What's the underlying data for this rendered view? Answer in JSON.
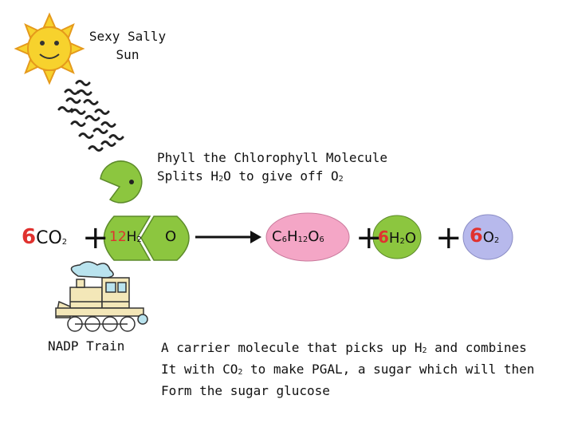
{
  "sun": {
    "label_line1": "Sexy Sally",
    "label_line2": "Sun"
  },
  "chlorophyll": {
    "line1": "Phyll the Chlorophyll Molecule",
    "line2_pre": "Splits H",
    "line2_sub1": "2",
    "line2_mid": "O to give off O",
    "line2_sub2": "2"
  },
  "equation": {
    "reactant1_coef": "6",
    "reactant1_formula": "CO",
    "reactant1_sub": "2",
    "plus1": "+",
    "h_coef": "12",
    "h_formula": "H",
    "h_sub": "2",
    "o_formula": "O",
    "sugar_c": "C",
    "sugar_c_sub": "6",
    "sugar_h": "H",
    "sugar_h_sub": "12",
    "sugar_o": "O",
    "sugar_o_sub": "6",
    "plus2": "+",
    "water_coef": "6",
    "water_h": "H",
    "water_h_sub": "2",
    "water_o": "O",
    "plus3": "+",
    "oxygen_coef": "6",
    "oxygen_formula": "O",
    "oxygen_sub": "2"
  },
  "train": {
    "label": "NADP Train"
  },
  "carrier": {
    "line1_pre": "A carrier molecule that picks up H",
    "line1_sub": "2",
    "line1_post": " and combines",
    "line2_pre": "It with CO",
    "line2_sub": "2",
    "line2_post": " to make PGAL, a sugar which will then",
    "line3": "Form the sugar glucose"
  },
  "colors": {
    "sun": "#f7d22d",
    "sun_outline": "#e59a1c",
    "chlorophyll_green": "#8cc63f",
    "sugar_pink": "#f4a6c6",
    "oxygen_lavender": "#b7b9ec",
    "coefficient_red": "#e0322f",
    "train_cream": "#f3e7b8",
    "train_blue": "#b9e3ee"
  },
  "icons": [
    "sun-icon",
    "light-wave-icon",
    "chlorophyll-pacman-icon",
    "train-icon",
    "reaction-arrow-icon"
  ]
}
